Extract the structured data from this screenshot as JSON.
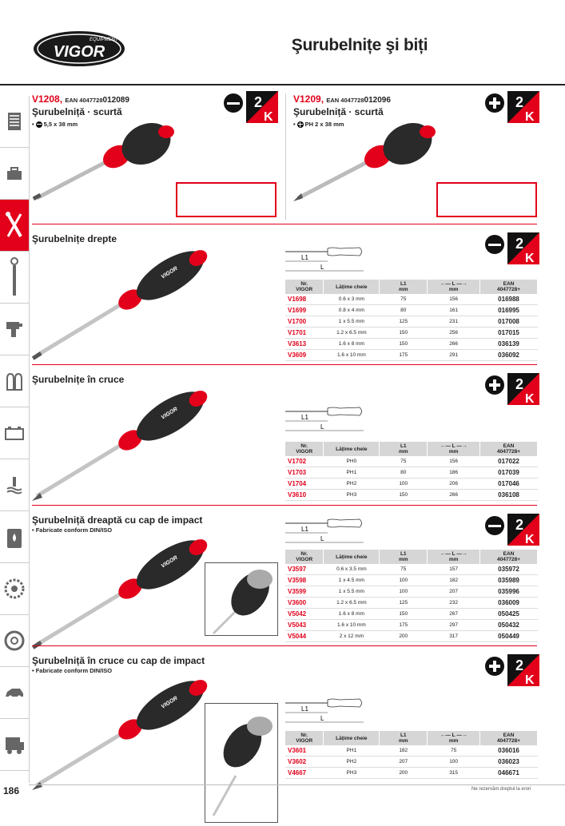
{
  "header": {
    "brand": "VIGOR",
    "brand_sub": "EQUIPMENT",
    "title": "Şurubelnițe şi biți"
  },
  "sidebar": {
    "icons": [
      "tool-cabinet-icon",
      "toolbox-icon",
      "wrench-screwdriver-icon",
      "torque-wrench-icon",
      "impact-wrench-icon",
      "gloves-icon",
      "battery-icon",
      "coolant-icon",
      "oil-can-icon",
      "brake-disc-icon",
      "wheel-icon",
      "car-body-icon",
      "truck-icon"
    ],
    "active_index": 2
  },
  "products_top": [
    {
      "code": "V1208,",
      "ean_label": "EAN 4047728",
      "ean_suffix": "012089",
      "name": "Şurubelniță · scurtă",
      "spec_bullet": "•",
      "spec": "5,5 x 38 mm",
      "tip": "slotted"
    },
    {
      "code": "V1209,",
      "ean_label": "EAN 4047728",
      "ean_suffix": "012096",
      "name": "Şurubelniță · scurtă",
      "spec_bullet": "•",
      "spec": "PH 2 x 38 mm",
      "tip": "phillips"
    }
  ],
  "warranty_badge": {
    "number": "2",
    "letter": "K"
  },
  "diagram_labels": {
    "l1": "L1",
    "l": "L"
  },
  "table_headers": [
    "Nr.\nVIGOR",
    "Lățime cheie",
    "L1\nmm",
    "←— L —→\nmm",
    "EAN\n4047728+"
  ],
  "sections": [
    {
      "title": "Şurubelnițe drepte",
      "subtitle": "",
      "tip": "slotted",
      "rows": [
        [
          "V1698",
          "0.6 x 3 mm",
          "75",
          "156",
          "016988"
        ],
        [
          "V1699",
          "0.8 x 4 mm",
          "80",
          "161",
          "016995"
        ],
        [
          "V1700",
          "1 x 5.5 mm",
          "125",
          "231",
          "017008"
        ],
        [
          "V1701",
          "1.2 x 6.5 mm",
          "150",
          "256",
          "017015"
        ],
        [
          "V3613",
          "1.6 x 8 mm",
          "150",
          "266",
          "036139"
        ],
        [
          "V3609",
          "1.6 x 10 mm",
          "175",
          "291",
          "036092"
        ]
      ]
    },
    {
      "title": "Şurubelnițe în cruce",
      "subtitle": "",
      "tip": "phillips",
      "rows": [
        [
          "V1702",
          "PH0",
          "75",
          "156",
          "017022"
        ],
        [
          "V1703",
          "PH1",
          "80",
          "186",
          "017039"
        ],
        [
          "V1704",
          "PH2",
          "100",
          "206",
          "017046"
        ],
        [
          "V3610",
          "PH3",
          "150",
          "266",
          "036108"
        ]
      ]
    },
    {
      "title": "Şurubelniță dreaptă cu cap de impact",
      "subtitle": "• Fabricate conform DIN/ISO",
      "tip": "slotted",
      "rows": [
        [
          "V3597",
          "0.6 x 3.5 mm",
          "75",
          "157",
          "035972"
        ],
        [
          "V3598",
          "1 x 4.5 mm",
          "100",
          "182",
          "035989"
        ],
        [
          "V3599",
          "1 x 5.5 mm",
          "100",
          "207",
          "035996"
        ],
        [
          "V3600",
          "1.2 x 6.5 mm",
          "125",
          "232",
          "036009"
        ],
        [
          "V5042",
          "1.6 x 8 mm",
          "150",
          "267",
          "050425"
        ],
        [
          "V5043",
          "1.6 x 10 mm",
          "175",
          "297",
          "050432"
        ],
        [
          "V5044",
          "2 x 12 mm",
          "200",
          "317",
          "050449"
        ]
      ]
    },
    {
      "title": "Şurubelniță în cruce cu cap de impact",
      "subtitle": "• Fabricate conform DIN/ISO",
      "tip": "phillips",
      "rows": [
        [
          "V3601",
          "PH1",
          "182",
          "75",
          "036016"
        ],
        [
          "V3602",
          "PH2",
          "207",
          "100",
          "036023"
        ],
        [
          "V4667",
          "PH3",
          "200",
          "315",
          "046671"
        ]
      ]
    }
  ],
  "footer": {
    "page_number": "186",
    "note": "Ne rezervăm dreptul la erori"
  },
  "colors": {
    "brand_red": "#e2001a",
    "dark": "#222222"
  }
}
